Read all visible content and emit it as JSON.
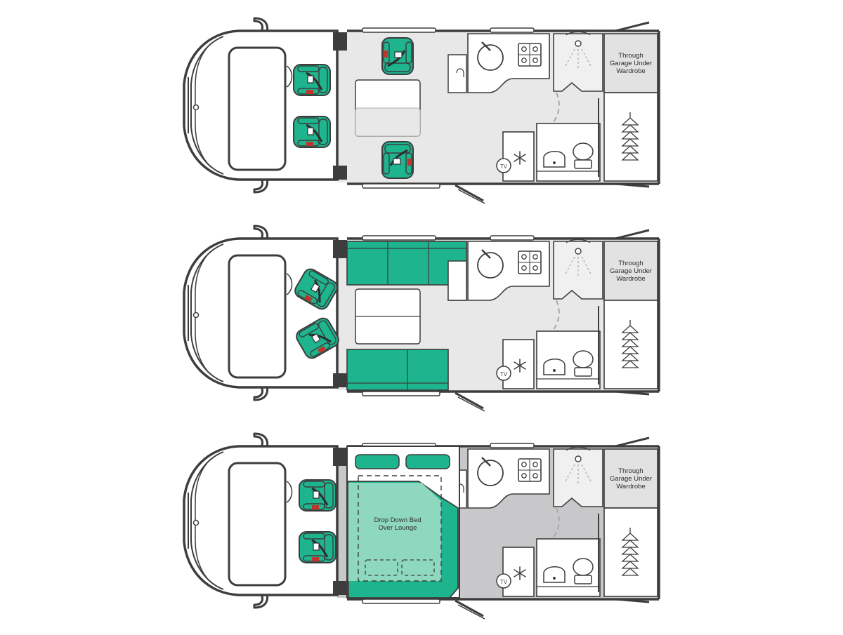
{
  "colors": {
    "outline": "#3d3d3d",
    "floor_day": "#e8e8e8",
    "floor_night": "#c8c8ca",
    "accent": "#1db48e",
    "accent_light": "#8fd8c0",
    "white": "#ffffff",
    "belt_red": "#c0352b",
    "dash": "#a8a8a8"
  },
  "layouts": [
    {
      "id": "dining",
      "rear_box": {
        "label_lines": [
          "Through",
          "Garage Under",
          "Wardrobe"
        ]
      },
      "tv_label": "TV"
    },
    {
      "id": "lounge",
      "rear_box": {
        "label_lines": [
          "Through",
          "Garage Under",
          "Wardrobe"
        ]
      },
      "tv_label": "TV"
    },
    {
      "id": "bed",
      "rear_box": {
        "label_lines": [
          "Through",
          "Garage Under",
          "Wardrobe"
        ]
      },
      "tv_label": "TV",
      "bed_label_lines": [
        "Drop Down Bed",
        "Over Lounge"
      ]
    }
  ]
}
